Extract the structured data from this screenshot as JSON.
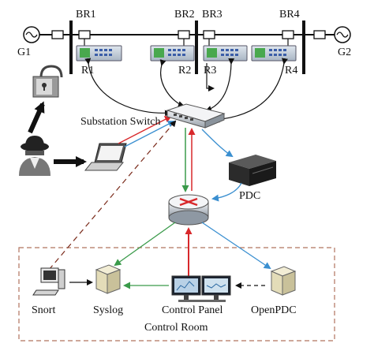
{
  "generators": {
    "g1": "G1",
    "g2": "G2"
  },
  "breakers": {
    "br1": "BR1",
    "br2": "BR2",
    "br3": "BR3",
    "br4": "BR4"
  },
  "relays": {
    "r1": "R1",
    "r2": "R2",
    "r3": "R3",
    "r4": "R4"
  },
  "network": {
    "substation_switch": "Substation Switch",
    "pdc": "PDC"
  },
  "control_room": {
    "title": "Control Room",
    "snort": "Snort",
    "syslog": "Syslog",
    "control_panel": "Control Panel",
    "openpdc": "OpenPDC"
  },
  "colors": {
    "black": "#111111",
    "red": "#d8282b",
    "green": "#3a9a4a",
    "blue": "#3a8fd0",
    "dashed_border": "#b0735e"
  }
}
